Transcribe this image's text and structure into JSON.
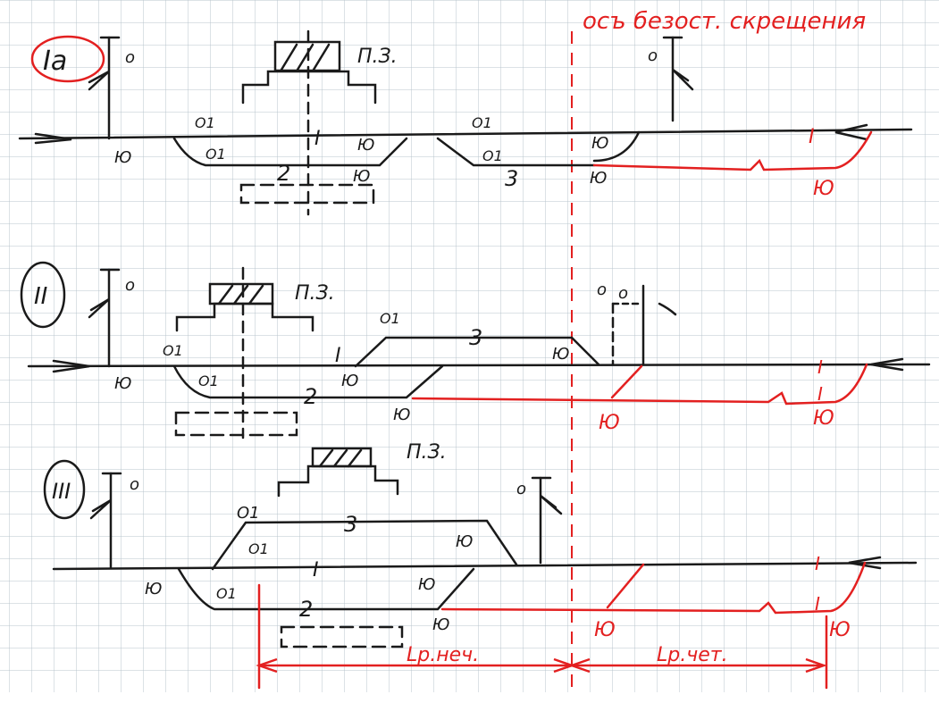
{
  "title": "осъ безост. скрещения",
  "colors": {
    "ink": "#1a1a1a",
    "red": "#e32020",
    "grid": "#b9c4cc",
    "paper": "#ffffff"
  },
  "schemes": [
    {
      "label": "Iа",
      "platform_label": "П.З.",
      "signal_labels": [
        "о",
        "о"
      ],
      "track_labels": [
        "I",
        "2",
        "3",
        "I"
      ],
      "switch_labels": [
        "Ю",
        "О1",
        "О1",
        "Ю",
        "Ю",
        "О1",
        "О1",
        "Ю",
        "Ю",
        "Ю"
      ]
    },
    {
      "label": "II",
      "platform_label": "П.З.",
      "signal_labels": [
        "о",
        "о",
        "о"
      ],
      "track_labels": [
        "I",
        "2",
        "3",
        "I",
        "I"
      ],
      "switch_labels": [
        "О1",
        "Ю",
        "О1",
        "Ю",
        "О1",
        "Ю",
        "Ю",
        "Ю",
        "Ю"
      ]
    },
    {
      "label": "III",
      "platform_label": "П.З.",
      "signal_labels": [
        "о",
        "о"
      ],
      "track_labels": [
        "I",
        "2",
        "3",
        "I",
        "I"
      ],
      "switch_labels": [
        "О1",
        "О1",
        "Ю",
        "О1",
        "Ю",
        "Ю",
        "Ю",
        "Ю",
        "Ю"
      ]
    }
  ],
  "dimensions": [
    "Lр.неч.",
    "Lр.чет."
  ]
}
